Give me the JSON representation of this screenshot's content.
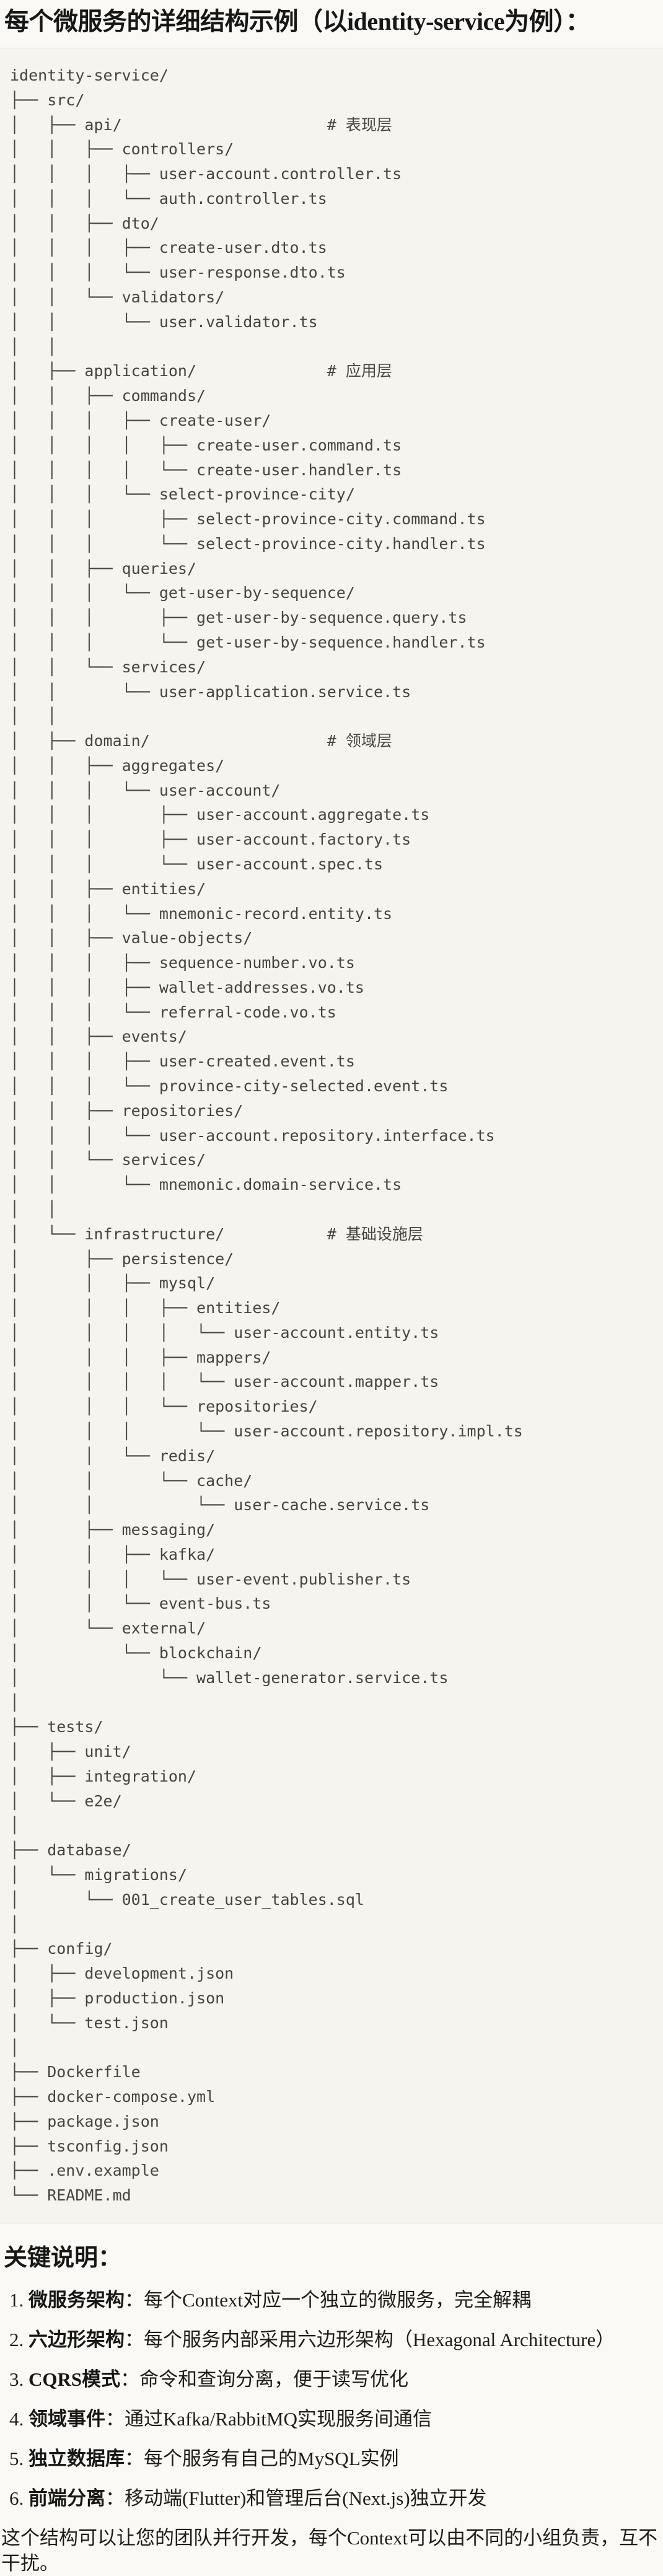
{
  "title": "每个微服务的详细结构示例（以identity-service为例）：",
  "tree": {
    "lines": [
      "identity-service/",
      "├── src/",
      "│   ├── api/                      # 表现层",
      "│   │   ├── controllers/",
      "│   │   │   ├── user-account.controller.ts",
      "│   │   │   └── auth.controller.ts",
      "│   │   ├── dto/",
      "│   │   │   ├── create-user.dto.ts",
      "│   │   │   └── user-response.dto.ts",
      "│   │   └── validators/",
      "│   │       └── user.validator.ts",
      "│   │",
      "│   ├── application/              # 应用层",
      "│   │   ├── commands/",
      "│   │   │   ├── create-user/",
      "│   │   │   │   ├── create-user.command.ts",
      "│   │   │   │   └── create-user.handler.ts",
      "│   │   │   └── select-province-city/",
      "│   │   │       ├── select-province-city.command.ts",
      "│   │   │       └── select-province-city.handler.ts",
      "│   │   ├── queries/",
      "│   │   │   └── get-user-by-sequence/",
      "│   │   │       ├── get-user-by-sequence.query.ts",
      "│   │   │       └── get-user-by-sequence.handler.ts",
      "│   │   └── services/",
      "│   │       └── user-application.service.ts",
      "│   │",
      "│   ├── domain/                   # 领域层",
      "│   │   ├── aggregates/",
      "│   │   │   └── user-account/",
      "│   │   │       ├── user-account.aggregate.ts",
      "│   │   │       ├── user-account.factory.ts",
      "│   │   │       └── user-account.spec.ts",
      "│   │   ├── entities/",
      "│   │   │   └── mnemonic-record.entity.ts",
      "│   │   ├── value-objects/",
      "│   │   │   ├── sequence-number.vo.ts",
      "│   │   │   ├── wallet-addresses.vo.ts",
      "│   │   │   └── referral-code.vo.ts",
      "│   │   ├── events/",
      "│   │   │   ├── user-created.event.ts",
      "│   │   │   └── province-city-selected.event.ts",
      "│   │   ├── repositories/",
      "│   │   │   └── user-account.repository.interface.ts",
      "│   │   └── services/",
      "│   │       └── mnemonic.domain-service.ts",
      "│   │",
      "│   └── infrastructure/           # 基础设施层",
      "│       ├── persistence/",
      "│       │   ├── mysql/",
      "│       │   │   ├── entities/",
      "│       │   │   │   └── user-account.entity.ts",
      "│       │   │   ├── mappers/",
      "│       │   │   │   └── user-account.mapper.ts",
      "│       │   │   └── repositories/",
      "│       │   │       └── user-account.repository.impl.ts",
      "│       │   └── redis/",
      "│       │       └── cache/",
      "│       │           └── user-cache.service.ts",
      "│       ├── messaging/",
      "│       │   ├── kafka/",
      "│       │   │   └── user-event.publisher.ts",
      "│       │   └── event-bus.ts",
      "│       └── external/",
      "│           └── blockchain/",
      "│               └── wallet-generator.service.ts",
      "│",
      "├── tests/",
      "│   ├── unit/",
      "│   ├── integration/",
      "│   └── e2e/",
      "│",
      "├── database/",
      "│   └── migrations/",
      "│       └── 001_create_user_tables.sql",
      "│",
      "├── config/",
      "│   ├── development.json",
      "│   ├── production.json",
      "│   └── test.json",
      "│",
      "├── Dockerfile",
      "├── docker-compose.yml",
      "├── package.json",
      "├── tsconfig.json",
      "├── .env.example",
      "└── README.md"
    ]
  },
  "notes": {
    "heading": "关键说明：",
    "items": [
      {
        "term": "微服务架构",
        "desc": "：每个Context对应一个独立的微服务，完全解耦"
      },
      {
        "term": "六边形架构",
        "desc": "：每个服务内部采用六边形架构（Hexagonal Architecture）"
      },
      {
        "term": "CQRS模式",
        "desc": "：命令和查询分离，便于读写优化"
      },
      {
        "term": "领域事件",
        "desc": "：通过Kafka/RabbitMQ实现服务间通信"
      },
      {
        "term": "独立数据库",
        "desc": "：每个服务有自己的MySQL实例"
      },
      {
        "term": "前端分离",
        "desc": "：移动端(Flutter)和管理后台(Next.js)独立开发"
      }
    ],
    "closing": "这个结构可以让您的团队并行开发，每个Context可以由不同的小组负责，互不干扰。"
  },
  "colors": {
    "page_background": "#FAF9F5",
    "code_background": "#F5F4EE",
    "code_border": "#DEDCD2",
    "code_text": "#45453F",
    "heading_text": "#171715",
    "body_text": "#1E1D1A"
  }
}
